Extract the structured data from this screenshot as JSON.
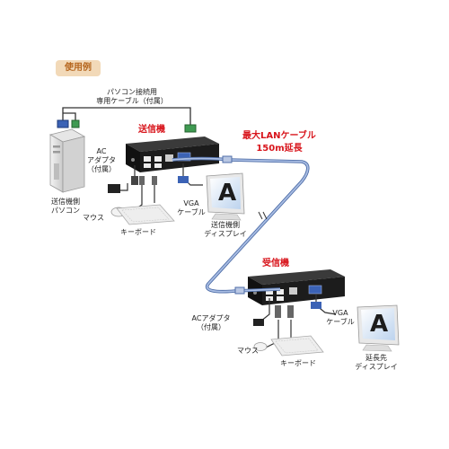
{
  "badge": "使用例",
  "labels": {
    "dedicated_cable": "パソコン接続用",
    "dedicated_cable_2": "専用ケーブル（付属）",
    "transmitter": "送信機",
    "receiver": "受信機",
    "max_lan": "最大LANケーブル",
    "max_lan_2": "150m延長",
    "ac_adapter_tx": "AC",
    "ac_adapter_tx_2": "アダプタ",
    "ac_adapter_tx_3": "（付属）",
    "tx_pc": "送信機側",
    "tx_pc_2": "パソコン",
    "mouse_tx": "マウス",
    "keyboard_tx": "キーボード",
    "vga_cable_tx": "VGA",
    "vga_cable_tx_2": "ケーブル",
    "tx_display": "送信機側",
    "tx_display_2": "ディスプレイ",
    "ac_adapter_rx": "ACアダプタ",
    "ac_adapter_rx_2": "（付属）",
    "mouse_rx": "マウス",
    "keyboard_rx": "キーボード",
    "vga_cable_rx": "VGA",
    "vga_cable_rx_2": "ケーブル",
    "rx_display": "延長先",
    "rx_display_2": "ディスプレイ",
    "monitor_letter_tx": "A",
    "monitor_letter_rx": "A"
  },
  "colors": {
    "accent_red": "#d8141b",
    "badge_bg": "#f2d9b8",
    "badge_text": "#b5651d",
    "lan_cable": "#7f98c9",
    "device_body": "#1c1c1c",
    "vga_blue": "#3b62b5",
    "ps2_green": "#3f9a52"
  },
  "icons": [
    "pc-tower-icon",
    "transmitter-box-icon",
    "receiver-box-icon",
    "monitor-icon",
    "keyboard-icon",
    "mouse-icon",
    "ac-adapter-icon",
    "lan-cable-icon",
    "vga-connector-icon",
    "ps2-connector-icon"
  ]
}
